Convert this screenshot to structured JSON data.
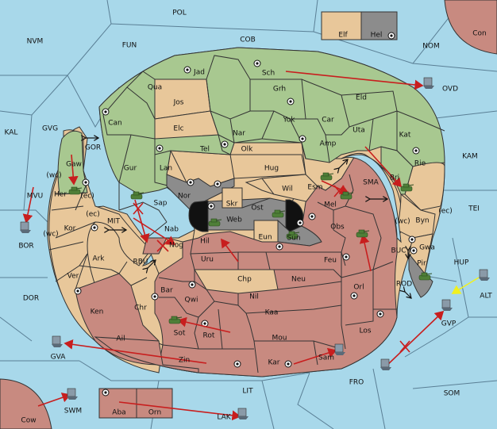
{
  "colors": {
    "sea": "#a8d8ea",
    "green_power": "#a8c890",
    "tan_land": "#e8c79a",
    "red_power": "#c88a80",
    "gray_power": "#8c8c8c",
    "move_arrow": "#c81e1e",
    "support_arrow": "#f0f020"
  },
  "icons": {
    "army": "tank-icon",
    "fleet": "ship-icon",
    "supply_center": "supply-center-icon",
    "failed_move": "red-x-icon",
    "convoy_link": "double-arrow-icon"
  },
  "labels": {
    "POL": "POL",
    "NVM": "NVM",
    "FUN": "FUN",
    "COB": "COB",
    "NOM": "NOM",
    "Con": "Con",
    "Elf": "Elf",
    "Hel": "Hel",
    "Jad": "Jad",
    "Sch": "Sch",
    "OVD": "OVD",
    "Qua": "Qua",
    "Jos": "Jos",
    "Grh": "Grh",
    "Eld": "Eld",
    "KAL": "KAL",
    "GVG": "GVG",
    "Can": "Can",
    "Elc": "Elc",
    "Nar": "Nar",
    "Yok": "Yok",
    "Car": "Car",
    "Uta": "Uta",
    "Kat": "Kat",
    "GOR": "GOR",
    "Tel": "Tel",
    "Olk": "Olk",
    "Amp": "Amp",
    "KAM": "KAM",
    "Gaw": "Gaw",
    "Gur": "Gur",
    "Lan": "Lan",
    "Hug": "Hug",
    "Bri": "Bri",
    "Rie": "Rie",
    "wc": "(wc)",
    "ec": "(ec)",
    "Her": "Her",
    "Nor": "Nor",
    "Skr": "Skr",
    "Wil": "Wil",
    "Esm": "Esm",
    "SMA": "SMA",
    "MVU": "MVU",
    "Sap": "Sap",
    "Web": "Web",
    "Ost": "Ost",
    "Mel": "Mel",
    "TEI": "TEI",
    "Kor": "Kor",
    "MIT": "MIT",
    "Nab": "Nab",
    "Eun": "Eun",
    "Sun": "Sun",
    "Obs": "Obs",
    "Byn": "Byn",
    "BOR": "BOR",
    "Ark": "Ark",
    "Nog": "Nog",
    "Hil": "Hil",
    "Gwa": "Gwa",
    "RBU": "RBU",
    "Uru": "Uru",
    "Feu": "Feu",
    "BUC": "BUC",
    "HUP": "HUP",
    "Ver": "Ver",
    "Chp": "Chp",
    "Pir": "Pir",
    "Neu": "Neu",
    "Orl": "Orl",
    "ROD": "ROD",
    "ALT": "ALT",
    "DOR": "DOR",
    "Bar": "Bar",
    "Qwi": "Qwi",
    "Nil": "Nil",
    "Ken": "Ken",
    "Chr": "Chr",
    "Kaa": "Kaa",
    "GVP": "GVP",
    "Ail": "Ail",
    "Sot": "Sot",
    "Rot": "Rot",
    "Los": "Los",
    "Mou": "Mou",
    "GVA": "GVA",
    "Zin": "Zin",
    "Kar": "Kar",
    "Sam": "Sam",
    "FRO": "FRO",
    "SOM": "SOM",
    "LIT": "LIT",
    "SWM": "SWM",
    "Aba": "Aba",
    "Orn": "Orn",
    "Cow": "Cow",
    "LAK": "LAK"
  }
}
